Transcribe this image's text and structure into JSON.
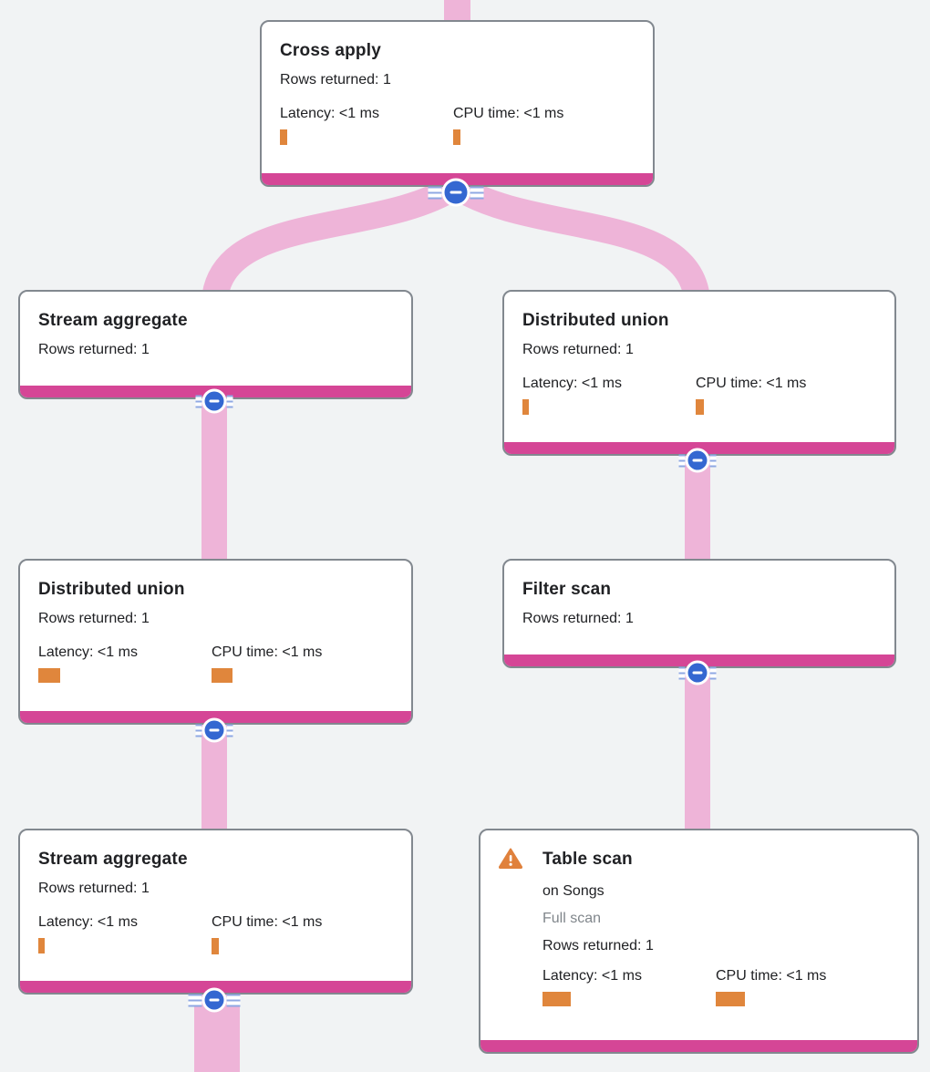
{
  "colors": {
    "background": "#f1f3f4",
    "card_background": "#ffffff",
    "card_border": "#82888f",
    "node_accent_bar": "#d54696",
    "edge_ribbon": "#eeb4d8",
    "collapse_button_blue": "#3467d1",
    "stripe_blue": "#8fa8e3",
    "metric_bar_orange": "#e0863c",
    "warning_orange": "#e0813c",
    "title_text": "#202124",
    "body_text": "#202124",
    "muted_text": "#80868b"
  },
  "icons": {
    "collapse": "minus-icon",
    "warning": "warning-triangle-icon"
  },
  "nodes": [
    {
      "id": "cross-apply",
      "title": "Cross apply",
      "rows": "Rows returned: 1",
      "latency_label": "Latency: <1 ms",
      "cpu_label": "CPU time: <1 ms",
      "latency_bar_style": "width:8px;height:17px",
      "cpu_bar_style": "width:8px;height:17px"
    },
    {
      "id": "stream-aggregate-left",
      "title": "Stream aggregate",
      "rows": "Rows returned: 1"
    },
    {
      "id": "distributed-union-right",
      "title": "Distributed union",
      "rows": "Rows returned: 1",
      "latency_label": "Latency: <1 ms",
      "cpu_label": "CPU time: <1 ms",
      "latency_bar_style": "width:7px;height:17px",
      "cpu_bar_style": "width:9px;height:17px"
    },
    {
      "id": "distributed-union-left",
      "title": "Distributed union",
      "rows": "Rows returned: 1",
      "latency_label": "Latency: <1 ms",
      "cpu_label": "CPU time: <1 ms",
      "latency_bar_style": "width:24px;height:16px",
      "cpu_bar_style": "width:23px;height:16px"
    },
    {
      "id": "filter-scan",
      "title": "Filter scan",
      "rows": "Rows returned: 1"
    },
    {
      "id": "stream-aggregate-bottom",
      "title": "Stream aggregate",
      "rows": "Rows returned: 1",
      "latency_label": "Latency: <1 ms",
      "cpu_label": "CPU time: <1 ms",
      "latency_bar_style": "width:7px;height:17px",
      "cpu_bar_style": "width:8px;height:18px"
    },
    {
      "id": "table-scan",
      "title": "Table scan",
      "subtitle": "on Songs",
      "note": "Full scan",
      "rows": "Rows returned: 1",
      "latency_label": "Latency: <1 ms",
      "cpu_label": "CPU time: <1 ms",
      "latency_bar_style": "width:31px;height:16px",
      "cpu_bar_style": "width:32px;height:16px"
    }
  ]
}
